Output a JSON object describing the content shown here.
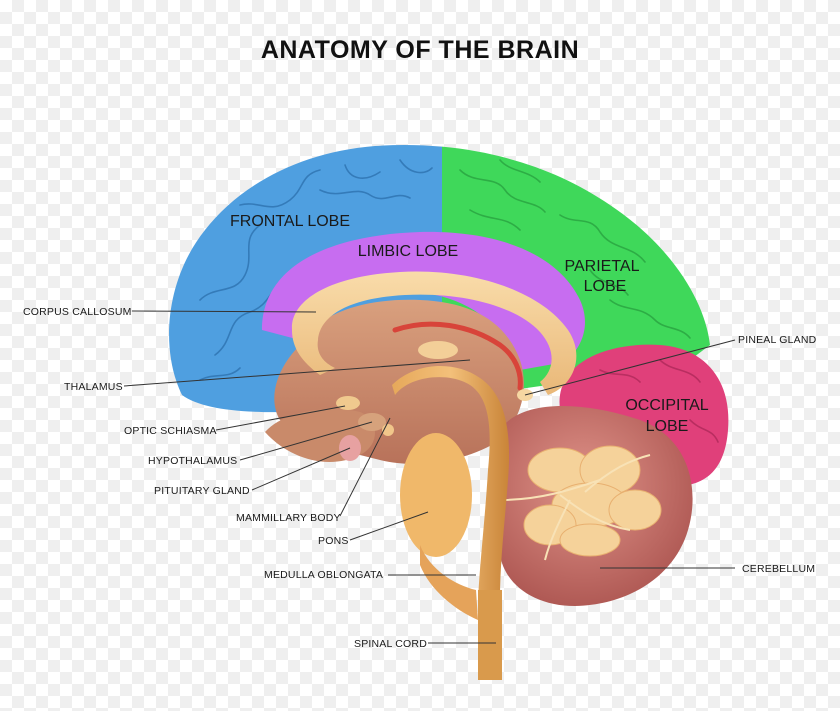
{
  "title": "ANATOMY OF THE BRAIN",
  "lobes": {
    "frontal": "FRONTAL LOBE",
    "limbic": "LIMBIC LOBE",
    "parietal_1": "PARIETAL",
    "parietal_2": "LOBE",
    "occipital_1": "OCCIPITAL",
    "occipital_2": "LOBE"
  },
  "labels": {
    "corpus_callosum": "CORPUS CALLOSUM",
    "thalamus": "THALAMUS",
    "optic_schiasma": "OPTIC SCHIASMA",
    "hypothalamus": "HYPOTHALAMUS",
    "pituitary_gland": "PITUITARY GLAND",
    "mammillary_body": "MAMMILLARY BODY",
    "pons": "PONS",
    "medulla_oblongata": "MEDULLA OBLONGATA",
    "spinal_cord": "SPINAL CORD",
    "pineal_gland": "PINEAL GLAND",
    "cerebellum": "CEREBELLUM"
  },
  "colors": {
    "frontal": "#4f9fe0",
    "parietal": "#3fd85a",
    "limbic": "#c76df0",
    "occipital": "#e0407a",
    "corpus_callosum": "#f2cf94",
    "stem": "#d89a4e",
    "cerebellum": "#c4706a",
    "inner": "#c98a6a",
    "leader": "#333333"
  }
}
